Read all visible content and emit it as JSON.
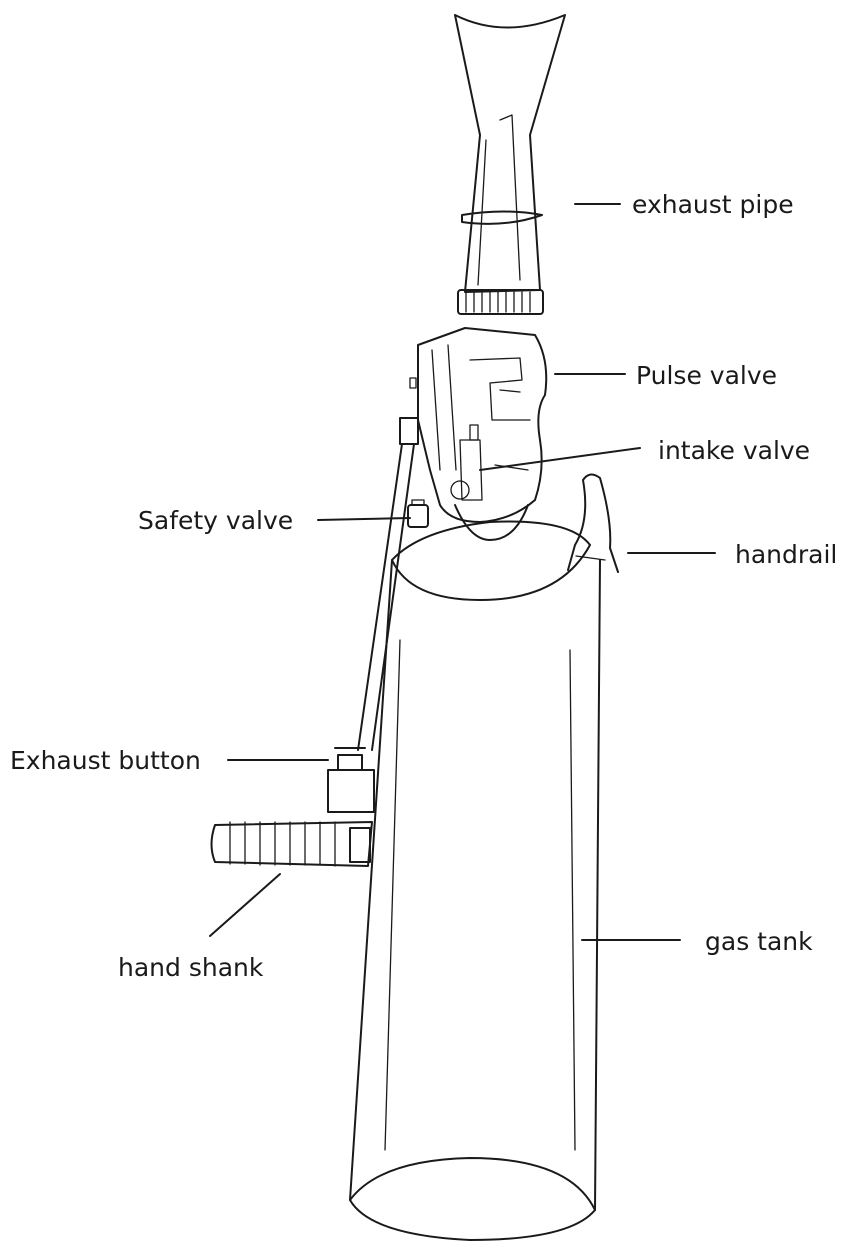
{
  "labels": {
    "exhaust_pipe": "exhaust pipe",
    "pulse_valve": "Pulse valve",
    "intake_valve": "intake valve",
    "safety_valve": "Safety valve",
    "handrail": "handrail",
    "exhaust_button": "Exhaust button",
    "hand_shank": "hand shank",
    "gas_tank": "gas tank"
  },
  "colors": {
    "line": "#1a1a1a",
    "background": "#ffffff"
  }
}
